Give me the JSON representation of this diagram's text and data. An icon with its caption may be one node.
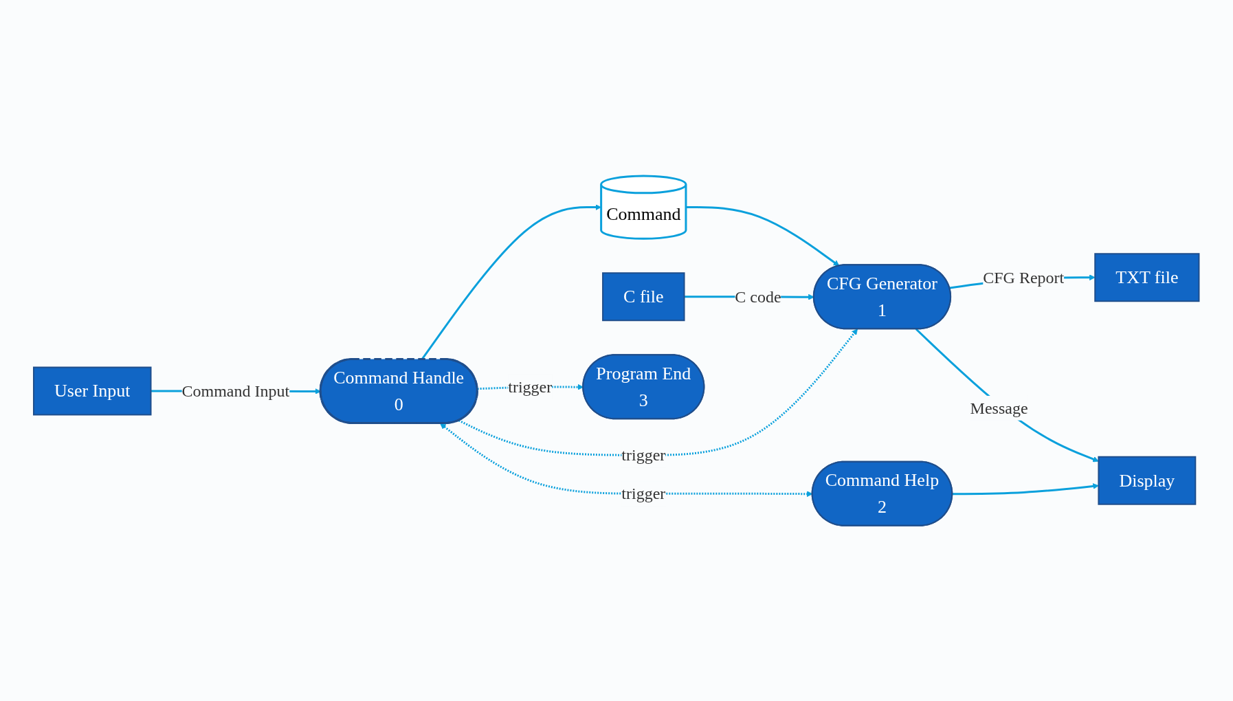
{
  "diagram": {
    "nodes": [
      {
        "text": [
          "User Input"
        ]
      },
      {
        "text": [
          "Command Handle",
          "0"
        ]
      },
      {
        "text": [
          "Command"
        ]
      },
      {
        "text": [
          "C file"
        ]
      },
      {
        "text": [
          "CFG Generator",
          "1"
        ]
      },
      {
        "text": [
          "TXT file"
        ]
      },
      {
        "text": [
          "Command Help",
          "2"
        ]
      },
      {
        "text": [
          "Display"
        ]
      },
      {
        "text": [
          "Program End",
          "3"
        ]
      }
    ],
    "edges": [
      {
        "from": 0,
        "to": 1,
        "arrow": "to",
        "label": "Command Input"
      },
      {
        "from": 1,
        "to": 2,
        "arrow": "to"
      },
      {
        "from": 2,
        "to": 4,
        "arrow": "to"
      },
      {
        "from": 3,
        "to": 4,
        "arrow": "to",
        "label": "C code"
      },
      {
        "from": 4,
        "to": 5,
        "arrow": "to",
        "label": "CFG Report"
      },
      {
        "from": 4,
        "to": 7,
        "arrow": "to",
        "label": "Message"
      },
      {
        "from": 1,
        "to": 4,
        "arrow": "to",
        "label": "trigger",
        "style": "dashed"
      },
      {
        "from": 1,
        "to": 6,
        "arrow": "both",
        "label": "trigger",
        "style": "dashed"
      },
      {
        "from": 6,
        "to": 7,
        "arrow": "to"
      },
      {
        "from": 1,
        "to": 8,
        "arrow": "to",
        "label": "trigger",
        "style": "dashed"
      }
    ]
  }
}
